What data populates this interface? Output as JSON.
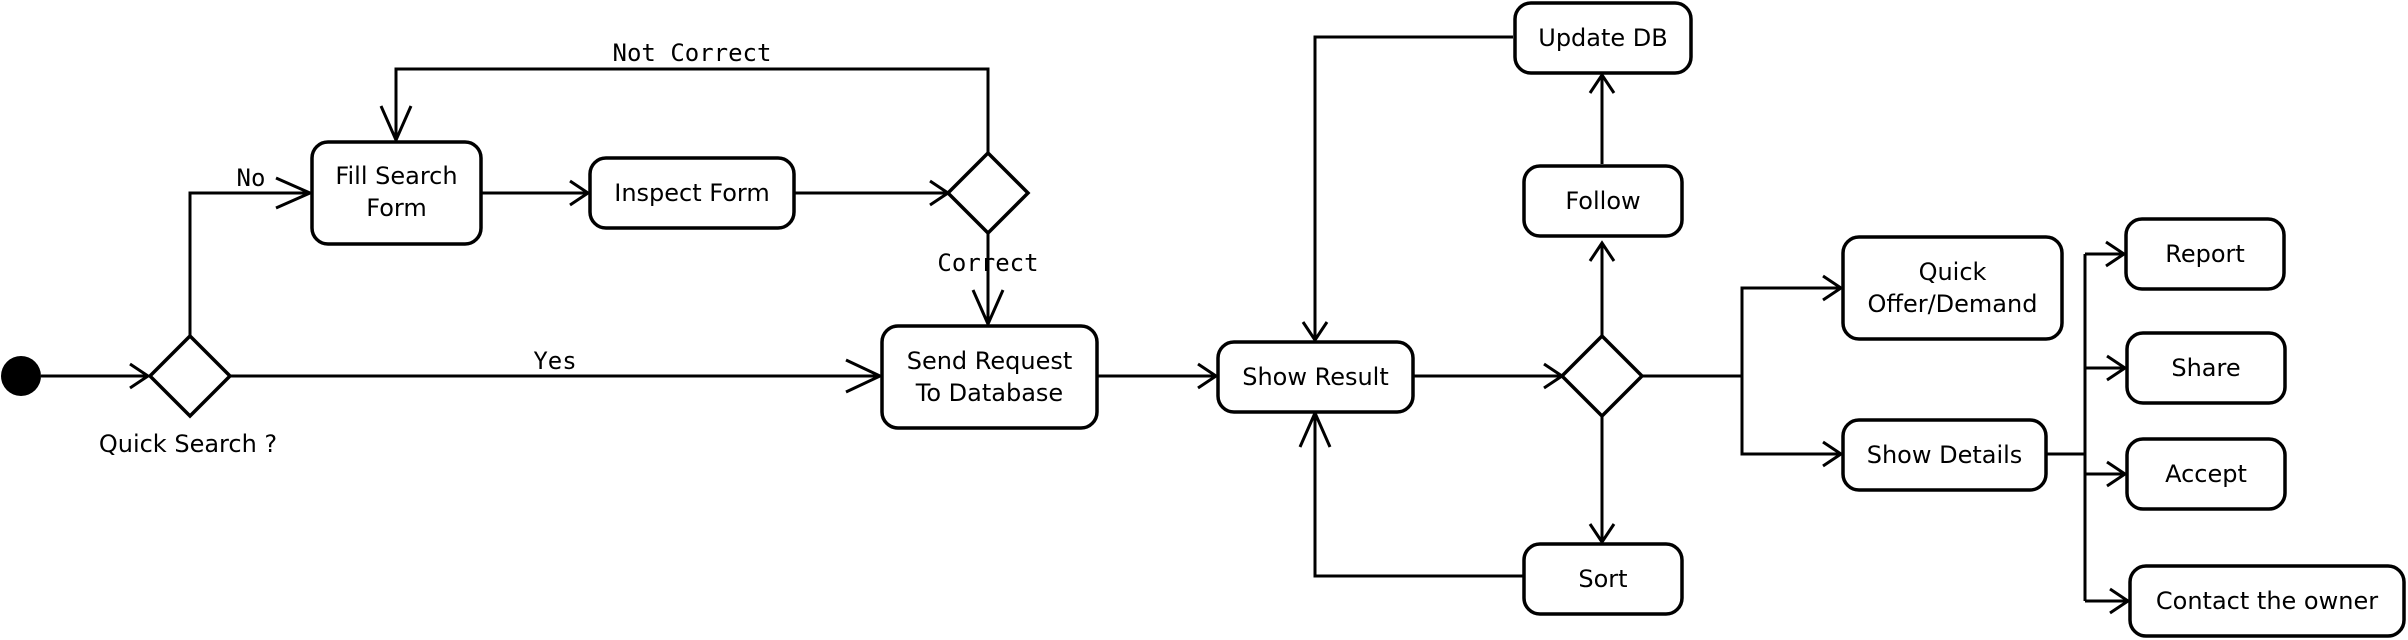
{
  "nodes": {
    "fill_search_form": [
      "Fill Search",
      "Form"
    ],
    "inspect_form": [
      "Inspect Form"
    ],
    "send_request": [
      "Send Request",
      "To Database"
    ],
    "show_result": [
      "Show Result"
    ],
    "update_db": [
      "Update DB"
    ],
    "follow": [
      "Follow"
    ],
    "sort": [
      "Sort"
    ],
    "quick_offer_demand": [
      "Quick",
      "Offer/Demand"
    ],
    "show_details": [
      "Show Details"
    ],
    "report": [
      "Report"
    ],
    "share": [
      "Share"
    ],
    "accept": [
      "Accept"
    ],
    "contact_owner": [
      "Contact the owner"
    ]
  },
  "decision_labels": {
    "quick_search": "Quick Search ?"
  },
  "edge_labels": {
    "no": "No",
    "yes": "Yes",
    "not_correct": "Not Correct",
    "correct": "Correct"
  }
}
